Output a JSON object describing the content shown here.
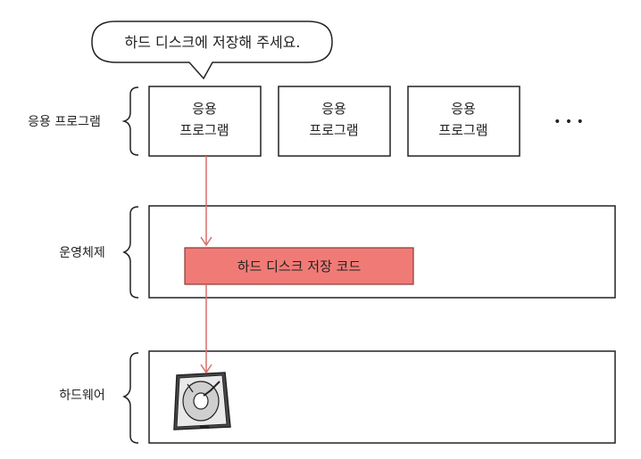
{
  "speech_bubble": {
    "text": "하드 디스크에 저장해 주세요."
  },
  "layers": {
    "applications": {
      "label": "응용 프로그램"
    },
    "os": {
      "label": "운영체제"
    },
    "hardware": {
      "label": "하드웨어"
    }
  },
  "app_boxes": [
    {
      "line1": "응용",
      "line2": "프로그램"
    },
    {
      "line1": "응용",
      "line2": "프로그램"
    },
    {
      "line1": "응용",
      "line2": "프로그램"
    }
  ],
  "ellipsis": "• • •",
  "os_code_box": {
    "text": "하드 디스크 저장 코드",
    "fill": "#f07b76"
  },
  "arrow_color": "#d86f6b",
  "icons": {
    "disk": "hard-disk-icon"
  }
}
